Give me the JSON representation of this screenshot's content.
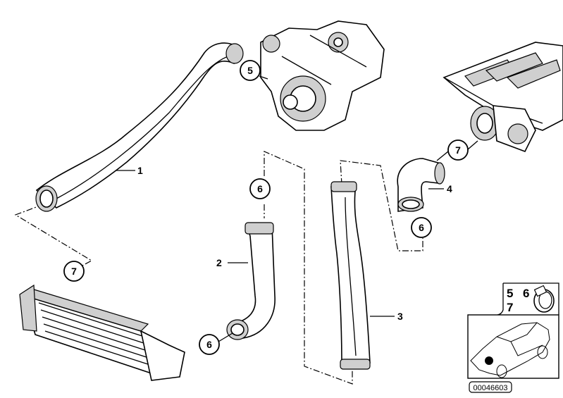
{
  "diagram": {
    "callouts": {
      "hose_upper": "1",
      "hose_left": "2",
      "hose_long": "3",
      "elbow": "4",
      "clamp_turbo": "5",
      "clamp_hose2_top": "6",
      "clamp_elbow": "6",
      "clamp_hose2_bottom": "6",
      "clamp_throttle": "7",
      "clamp_intercooler": "7"
    },
    "inset": {
      "numbers_row1_a": "5",
      "numbers_row1_b": "6",
      "numbers_row2": "7"
    },
    "image_number": "00046603"
  }
}
